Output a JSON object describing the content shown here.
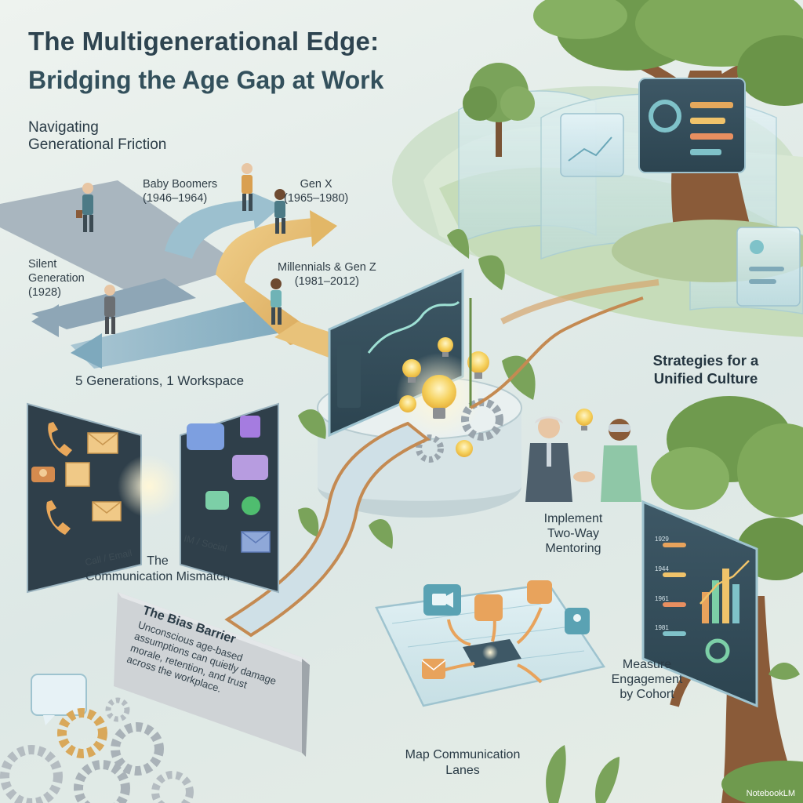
{
  "title": {
    "line1": "The Multigenerational Edge:",
    "line2": "Bridging the Age Gap at Work"
  },
  "friction": {
    "heading_line1": "Navigating",
    "heading_line2": "Generational Friction",
    "summary": "5 Generations, 1 Workspace"
  },
  "generations": [
    {
      "name": "Silent",
      "name2": "Generation",
      "years": "(1928)"
    },
    {
      "name": "Baby Boomers",
      "years": "(1946–1964)"
    },
    {
      "name": "Gen X",
      "years": "(1965–1980)"
    },
    {
      "name": "Millennials & Gen Z",
      "years": "(1981–2012)"
    }
  ],
  "communication": {
    "left_label": "Call / Email",
    "right_label": "IM / Social",
    "title_line1": "The",
    "title_line2": "Communication Mismatch"
  },
  "bias": {
    "title": "The Bias Barrier",
    "body_lines": [
      "Unconscious age-based",
      "assumptions can quietly damage",
      "morale, retention, and trust",
      "across the workplace."
    ]
  },
  "strategies": {
    "heading_line1": "Strategies for a",
    "heading_line2": "Unified Culture",
    "items": [
      {
        "line1": "Implement",
        "line2": "Two-Way",
        "line3": "Mentoring"
      },
      {
        "line1": "Measure",
        "line2": "Engagement",
        "line3": "by Cohort"
      },
      {
        "line1": "Map Communication",
        "line2": "Lanes"
      }
    ]
  },
  "dashboard_years": [
    "1929",
    "1944",
    "1961",
    "1981"
  ],
  "brand": "NotebookLM",
  "colors": {
    "road_blue": "#8fb6c8",
    "road_gold": "#e2b767",
    "tree_green": "#6f9a4e",
    "glass": "#cfe7ee",
    "title": "#2e4450"
  }
}
